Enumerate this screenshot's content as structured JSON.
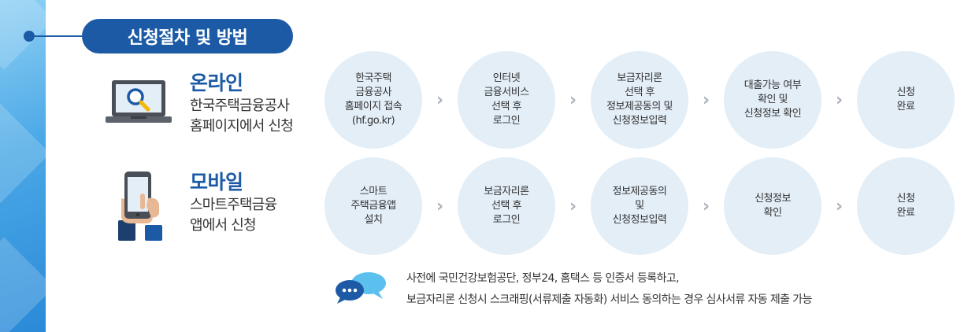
{
  "section_title": "신청절차 및 방법",
  "online": {
    "title": "온라인",
    "desc_line1": "한국주택금융공사",
    "desc_line2": "홈페이지에서 신청",
    "steps": [
      "한국주택\n금융공사\n홈페이지 접속\n(hf.go.kr)",
      "인터넷\n금융서비스\n선택 후\n로그인",
      "보금자리론\n선택 후\n정보제공동의 및\n신청정보입력",
      "대출가능 여부\n확인 및\n신청정보 확인",
      "신청\n완료"
    ]
  },
  "mobile": {
    "title": "모바일",
    "desc_line1": "스마트주택금융",
    "desc_line2": "앱에서 신청",
    "steps": [
      "스마트\n주택금융앱\n설치",
      "보금자리론\n선택 후\n로그인",
      "정보제공동의\n및\n신청정보입력",
      "신청정보\n확인",
      "신청\n완료"
    ]
  },
  "arrow_glyph": "›",
  "note": {
    "line1": "사전에 국민건강보험공단, 정부24, 홈택스 등 인증서 등록하고,",
    "line2": "보금자리론 신청시 스크래핑(서류제출 자동화) 서비스 동의하는 경우 심사서류 자동 제출 가능"
  },
  "icons": {
    "online": "laptop-search-icon",
    "mobile": "smartphone-hand-icon",
    "note": "chat-bubble-icon"
  },
  "colors": {
    "primary": "#1c5aa5",
    "step_bg": "#e3eef7",
    "accent_yellow": "#f5b800",
    "chat_blue": "#4aa8e6"
  }
}
